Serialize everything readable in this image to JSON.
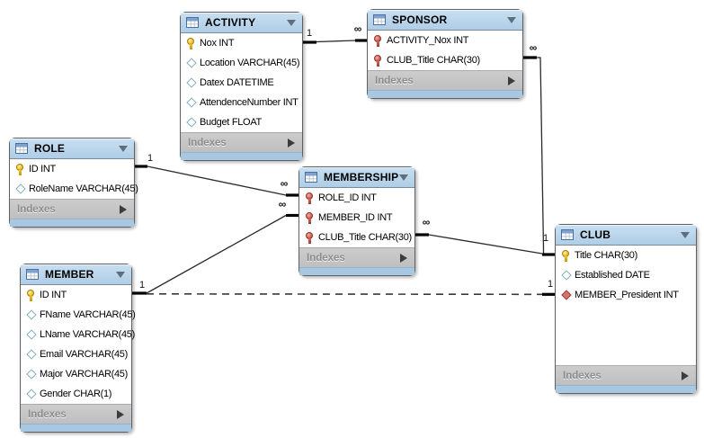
{
  "diagram": {
    "type": "EER diagram",
    "background": "#ffffff"
  },
  "colors": {
    "table_header_blue": "#b6d3ea",
    "table_footer_blue": "#a8c8e2",
    "indexes_row_grey": "#c4c4c4",
    "primary_key_yellow": "#f0c530",
    "foreign_key_red": "#d4675c",
    "attribute_diamond_border": "#84adbb",
    "foreign_attribute_red": "#d4756b",
    "line_black": "#2b2b2b"
  },
  "tables": {
    "activity": {
      "title": "ACTIVITY",
      "columns": [
        {
          "text": "Nox INT",
          "icon": "pk"
        },
        {
          "text": "Location VARCHAR(45)",
          "icon": "attr"
        },
        {
          "text": "Datex DATETIME",
          "icon": "attr"
        },
        {
          "text": "AttendenceNumber INT",
          "icon": "attr"
        },
        {
          "text": "Budget FLOAT",
          "icon": "attr"
        }
      ],
      "footer": "Indexes"
    },
    "sponsor": {
      "title": "SPONSOR",
      "columns": [
        {
          "text": "ACTIVITY_Nox INT",
          "icon": "fk"
        },
        {
          "text": "CLUB_Title CHAR(30)",
          "icon": "fk"
        }
      ],
      "footer": "Indexes"
    },
    "role": {
      "title": "ROLE",
      "columns": [
        {
          "text": "ID INT",
          "icon": "pk"
        },
        {
          "text": "RoleName VARCHAR(45)",
          "icon": "attr"
        }
      ],
      "footer": "Indexes"
    },
    "membership": {
      "title": "MEMBERSHIP",
      "columns": [
        {
          "text": "ROLE_ID INT",
          "icon": "fk"
        },
        {
          "text": "MEMBER_ID INT",
          "icon": "fk"
        },
        {
          "text": "CLUB_Title CHAR(30)",
          "icon": "fk"
        }
      ],
      "footer": "Indexes"
    },
    "member": {
      "title": "MEMBER",
      "columns": [
        {
          "text": "ID INT",
          "icon": "pk"
        },
        {
          "text": "FName VARCHAR(45)",
          "icon": "attr"
        },
        {
          "text": "LName VARCHAR(45)",
          "icon": "attr"
        },
        {
          "text": "Email VARCHAR(45)",
          "icon": "attr"
        },
        {
          "text": "Major VARCHAR(45)",
          "icon": "attr"
        },
        {
          "text": "Gender CHAR(1)",
          "icon": "attr"
        }
      ],
      "footer": "Indexes"
    },
    "club": {
      "title": "CLUB",
      "columns": [
        {
          "text": "Title CHAR(30)",
          "icon": "pk"
        },
        {
          "text": "Established DATE",
          "icon": "attr"
        },
        {
          "text": "MEMBER_President INT",
          "icon": "fk-attr"
        }
      ],
      "footer": "Indexes"
    }
  },
  "connections": [
    {
      "from": "ACTIVITY",
      "to": "SPONSOR",
      "from_card": "1",
      "to_card": "∞",
      "style": "solid"
    },
    {
      "from": "SPONSOR",
      "to": "CLUB",
      "from_card": "∞",
      "to_card": "1",
      "style": "solid"
    },
    {
      "from": "ROLE",
      "to": "MEMBERSHIP",
      "from_card": "1",
      "to_card": "∞",
      "style": "solid"
    },
    {
      "from": "MEMBER",
      "to": "MEMBERSHIP",
      "from_card": "1",
      "to_card": "∞",
      "style": "solid"
    },
    {
      "from": "MEMBERSHIP",
      "to": "CLUB",
      "from_card": "∞",
      "to_card": "1",
      "style": "solid"
    },
    {
      "from": "MEMBER",
      "to": "CLUB",
      "from_card": "1",
      "to_card": "1",
      "style": "dashed"
    }
  ]
}
